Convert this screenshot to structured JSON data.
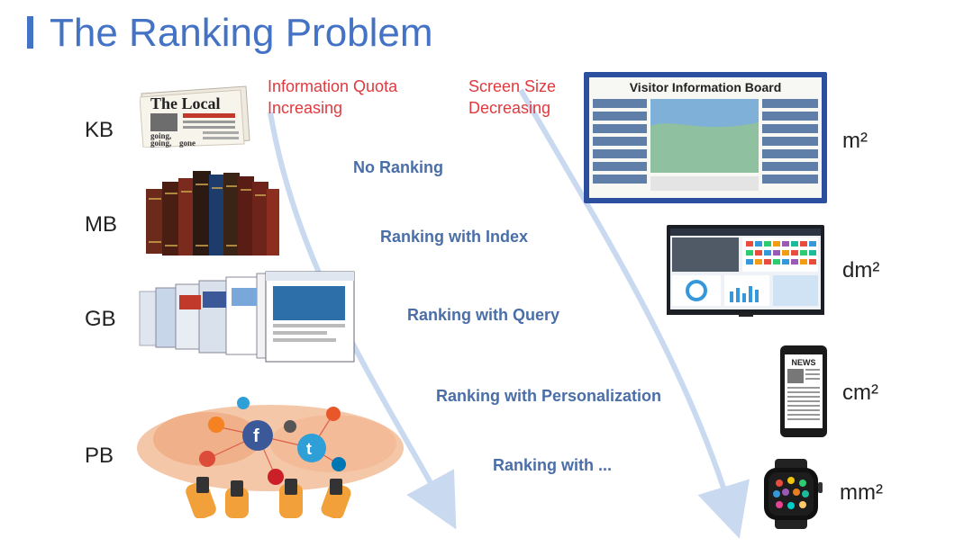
{
  "slide": {
    "title": "The Ranking Problem"
  },
  "left_units": [
    "KB",
    "MB",
    "GB",
    "PB"
  ],
  "right_units": [
    "m²",
    "dm²",
    "cm²",
    "mm²"
  ],
  "trends": {
    "info_line1": "Information Quota",
    "info_line2": "Increasing",
    "screen_line1": "Screen Size",
    "screen_line2": "Decreasing"
  },
  "rankings": [
    "No Ranking",
    "Ranking with Index",
    "Ranking with Query",
    "Ranking with Personalization",
    "Ranking with ..."
  ],
  "images": {
    "newspaper_masthead": "The Local",
    "newspaper_lines": [
      "going,",
      "going,",
      "gone"
    ],
    "board_title": "Visitor Information Board",
    "phone_label": "NEWS"
  },
  "colors": {
    "title": "#4472c4",
    "trend_red": "#e0393e",
    "ranking_blue": "#4a6ea8",
    "arrow": "#c9d9f0"
  }
}
